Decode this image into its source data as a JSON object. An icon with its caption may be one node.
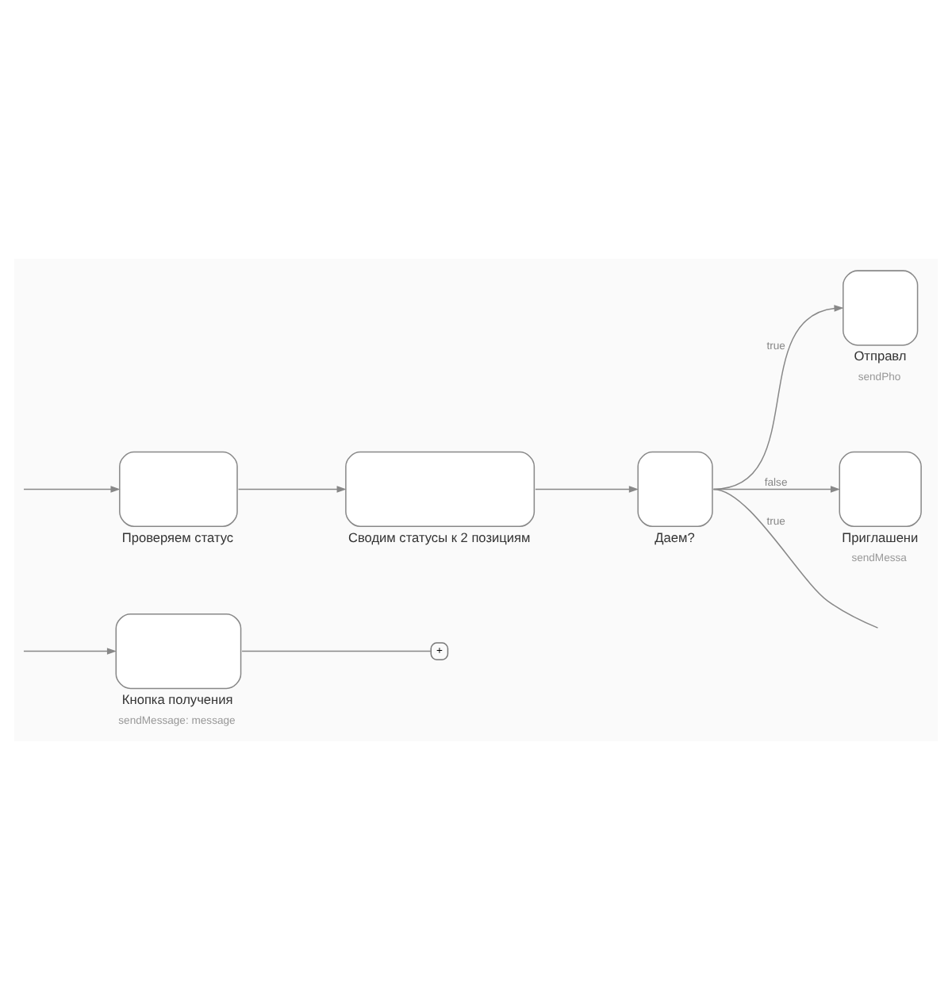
{
  "diagram": {
    "nodes": [
      {
        "text": [
          "Кнопка получения",
          "sendMessage: message"
        ]
      },
      {
        "text": [
          "+"
        ]
      },
      {
        "text": [
          "Проверяем статус"
        ]
      },
      {
        "text": [
          "Сводим статусы к 2 позициям"
        ]
      },
      {
        "text": [
          "Даем?"
        ]
      },
      {
        "text": [
          "Отправл",
          "sendPho"
        ]
      },
      {
        "text": [
          "Приглашени",
          "sendMessa"
        ]
      }
    ],
    "edges": [
      {
        "from": null,
        "to": 0,
        "arrow": "to"
      },
      {
        "from": 0,
        "to": 1,
        "arrow": "none"
      },
      {
        "from": null,
        "to": 2,
        "arrow": "to"
      },
      {
        "from": 2,
        "to": 3,
        "arrow": "to"
      },
      {
        "from": 3,
        "to": 4,
        "arrow": "to"
      },
      {
        "from": 4,
        "to": 5,
        "label": "true",
        "arrow": "to"
      },
      {
        "from": 4,
        "to": null,
        "label": "true",
        "arrow": "none"
      },
      {
        "from": 4,
        "to": 6,
        "label": "false",
        "arrow": "to"
      }
    ]
  }
}
